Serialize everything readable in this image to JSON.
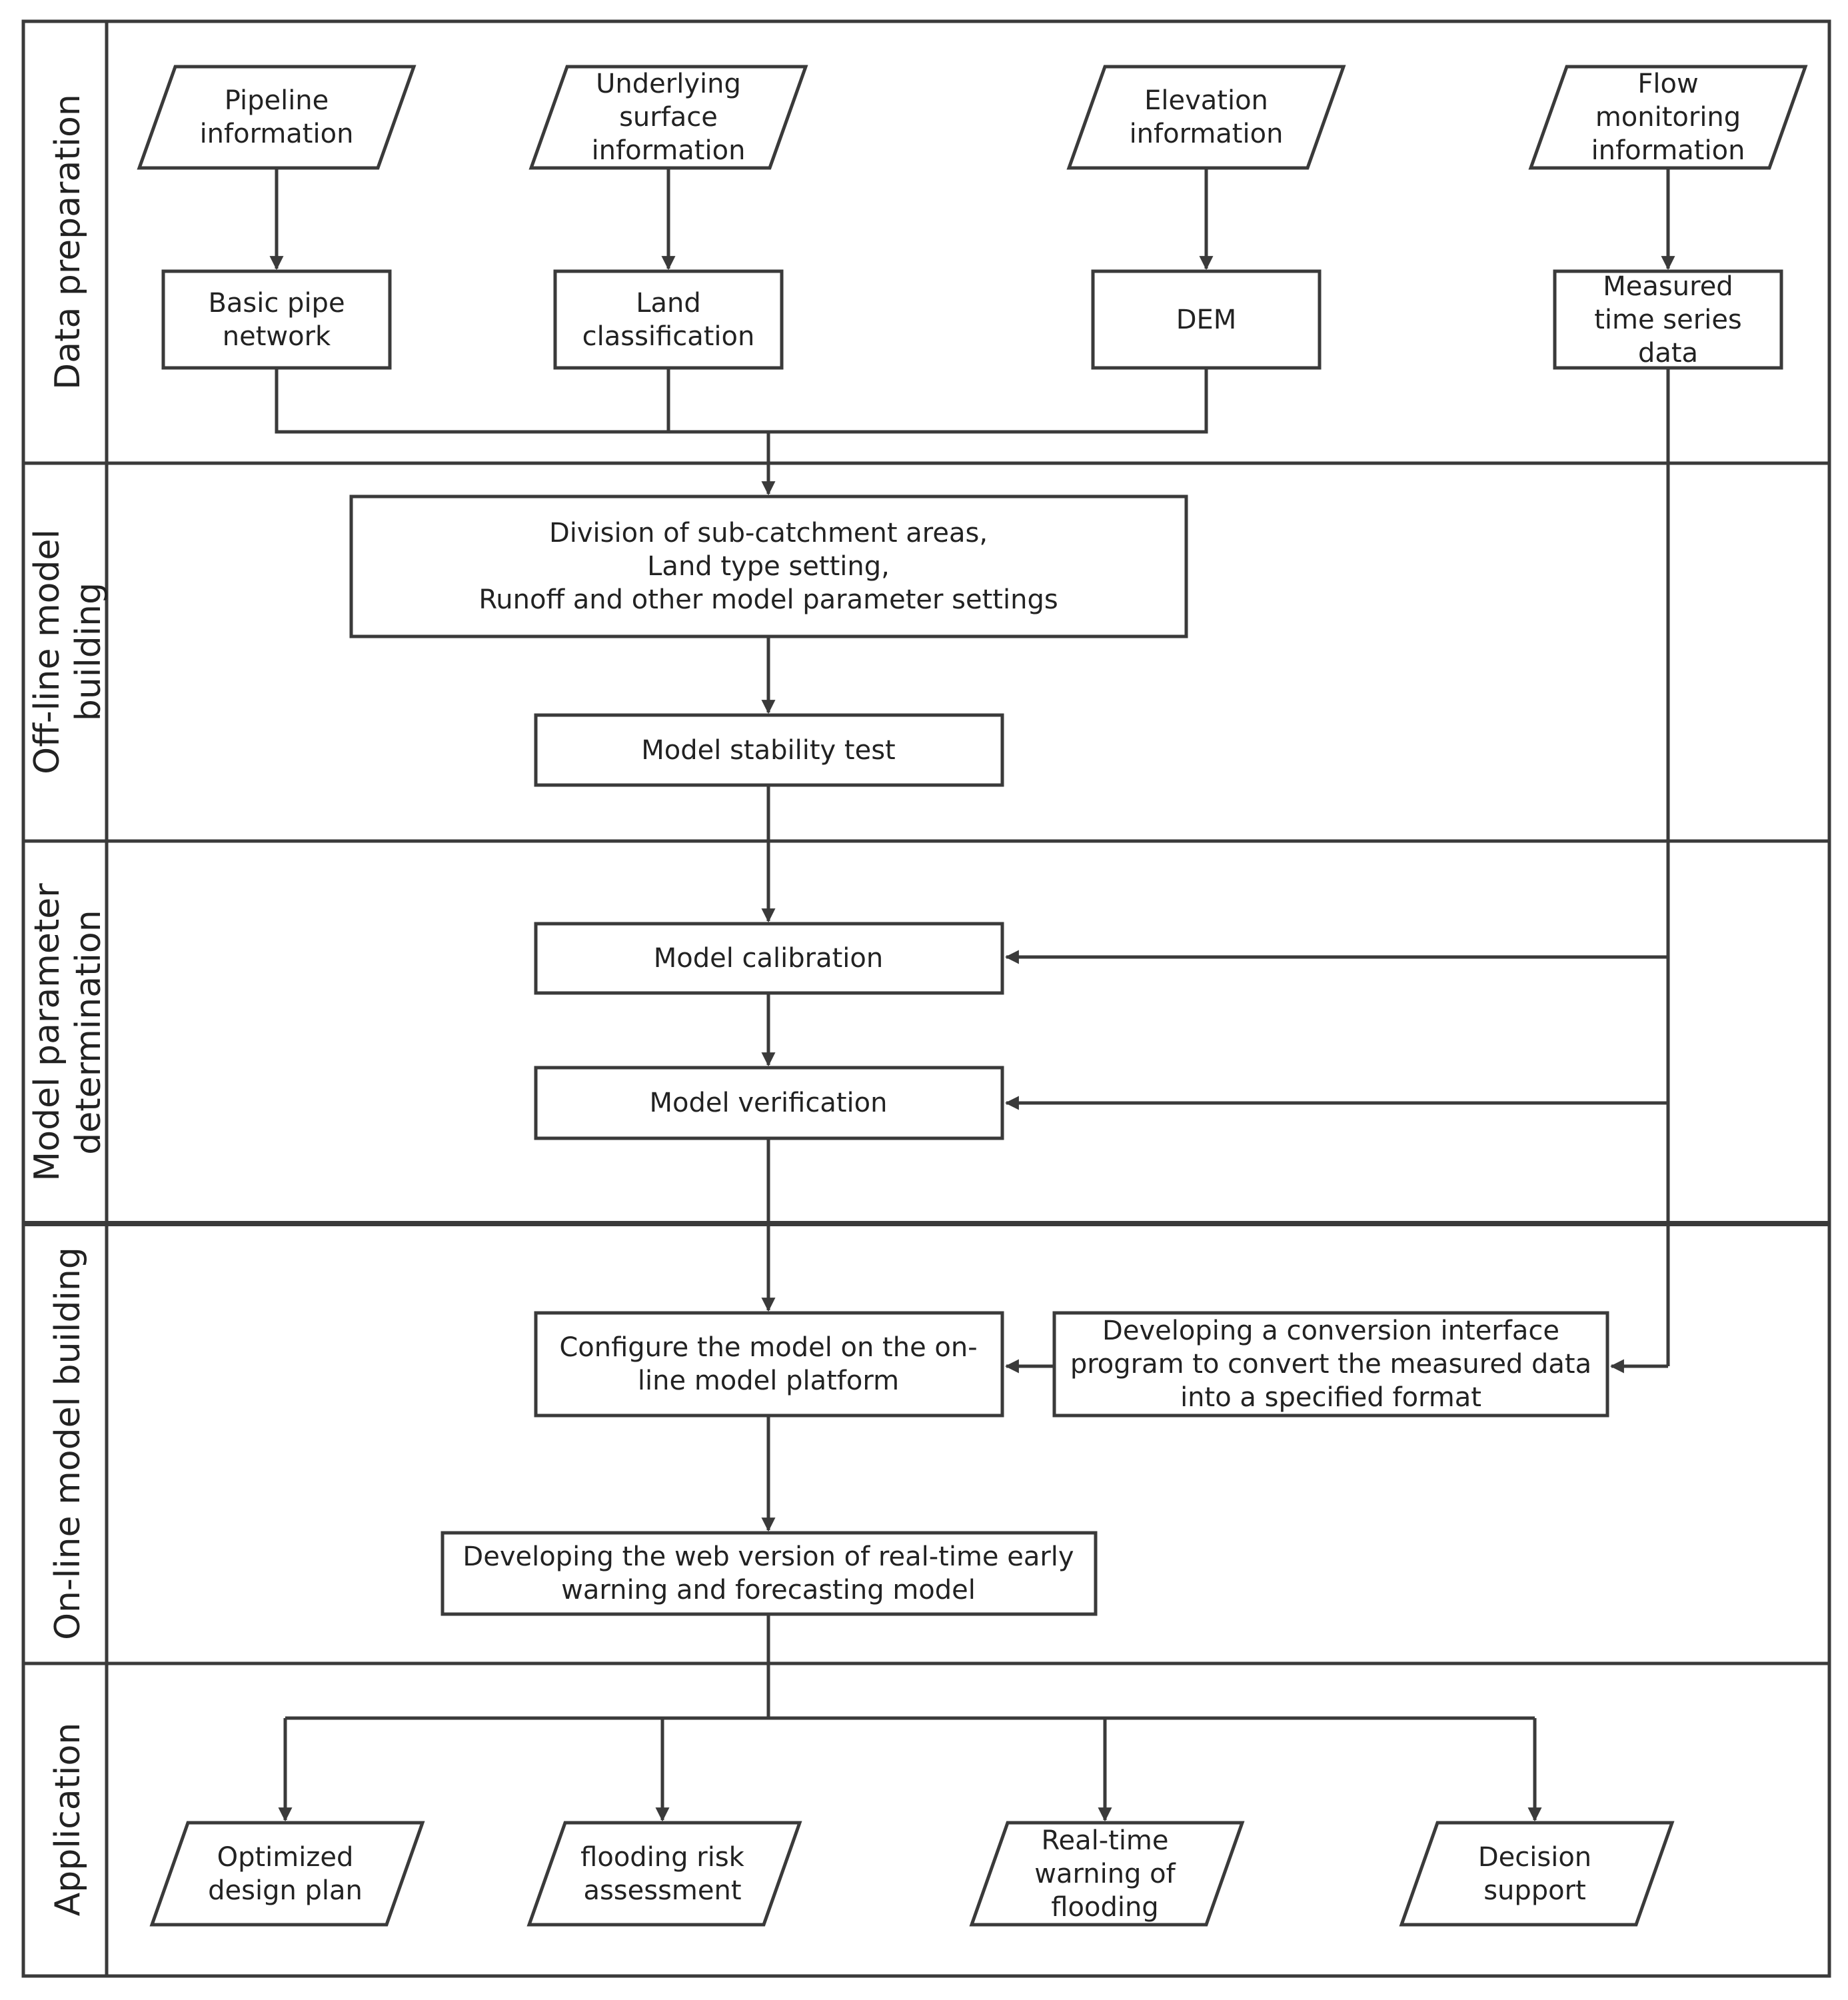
{
  "lanes": [
    "Data preparation",
    [
      "Off-line model",
      "building"
    ],
    [
      "Model parameter",
      "determination"
    ],
    "On-line model building",
    "Application"
  ],
  "inputs": {
    "pipeline": [
      "Pipeline",
      "information"
    ],
    "surface": [
      "Underlying",
      "surface",
      "information"
    ],
    "elevation": [
      "Elevation",
      "information"
    ],
    "flow": [
      "Flow",
      "monitoring",
      "information"
    ]
  },
  "processes": {
    "basic_pipe": [
      "Basic pipe",
      "network"
    ],
    "land_class": [
      "Land",
      "classification"
    ],
    "dem": [
      "DEM"
    ],
    "measured": [
      "Measured",
      "time series",
      "data"
    ],
    "division": [
      "Division of sub-catchment areas,",
      "Land type setting,",
      "Runoff and other model parameter settings"
    ],
    "stability": [
      "Model stability test"
    ],
    "calibration": [
      "Model calibration"
    ],
    "verification": [
      "Model verification"
    ],
    "configure": [
      "Configure the model on the on-",
      "line model platform"
    ],
    "conversion": [
      "Developing a conversion interface",
      "program to convert the measured data",
      "into a specified format"
    ],
    "web": [
      "Developing the web version of real-time early",
      "warning and forecasting model"
    ]
  },
  "outputs": {
    "optimized": [
      "Optimized",
      "design plan"
    ],
    "risk": [
      "flooding risk",
      "assessment"
    ],
    "warning": [
      "Real-time",
      "warning of",
      "flooding"
    ],
    "decision": [
      "Decision",
      "support"
    ]
  }
}
